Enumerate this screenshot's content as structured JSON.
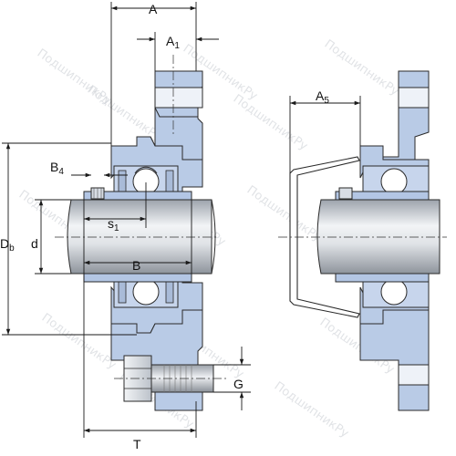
{
  "dimensions": {
    "A": {
      "main": "A",
      "sub": ""
    },
    "A1": {
      "main": "A",
      "sub": "1"
    },
    "A5": {
      "main": "A",
      "sub": "5"
    },
    "B4": {
      "main": "B",
      "sub": "4"
    },
    "s1": {
      "main": "s",
      "sub": "1"
    },
    "B": {
      "main": "B",
      "sub": ""
    },
    "Db": {
      "main": "D",
      "sub": "b"
    },
    "d": {
      "main": "d",
      "sub": ""
    },
    "G": {
      "main": "G",
      "sub": ""
    },
    "T": {
      "main": "T",
      "sub": ""
    }
  },
  "watermark": "ПодшипникРу",
  "colors": {
    "housing": "#b9cbe6",
    "shaft_light": "#e6e9ee",
    "shaft_dark": "#a9aeb6",
    "outline": "#2a2a2a"
  }
}
